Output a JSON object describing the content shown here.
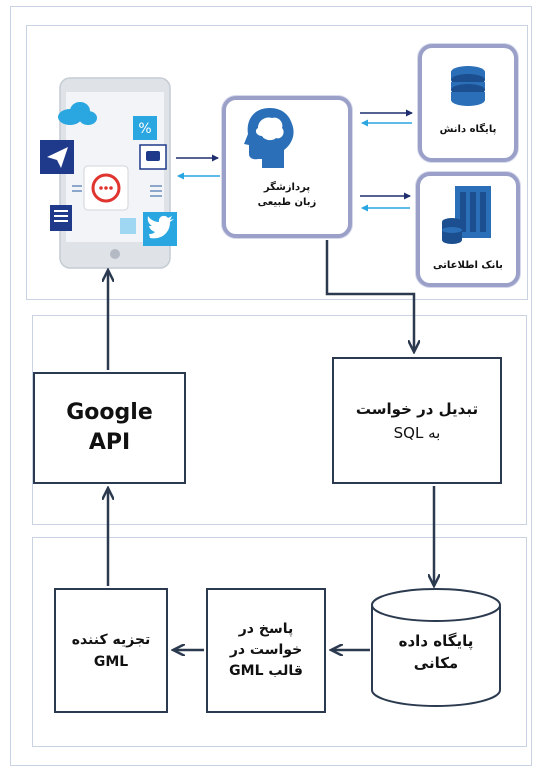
{
  "nlp_processor": {
    "line1": "پردازشگر",
    "line2": "زبان طبیعی"
  },
  "knowledge_base": {
    "label": "پایگاه دانش"
  },
  "info_bank": {
    "label": "بانک اطلاعاتی"
  },
  "google_api": {
    "line1": "Google",
    "line2": "API"
  },
  "sql_convert": {
    "line1": "تبدیل در خواست",
    "line2": "به SQL"
  },
  "spatial_db": {
    "line1": "پایگاه داده",
    "line2": "مکانی"
  },
  "gml_response": {
    "line1": "پاسخ در",
    "line2": "خواست در",
    "line3": "قالب GML"
  },
  "gml_parser": {
    "line1": "تجزیه کننده",
    "line2": "GML"
  },
  "colors": {
    "arrow_dark": "#2b3a4f",
    "arrow_navy": "#1f2e6e",
    "arrow_light": "#2aa6e0",
    "box_border": "#9aa0c8",
    "panel_border": "#c9d3e3"
  }
}
